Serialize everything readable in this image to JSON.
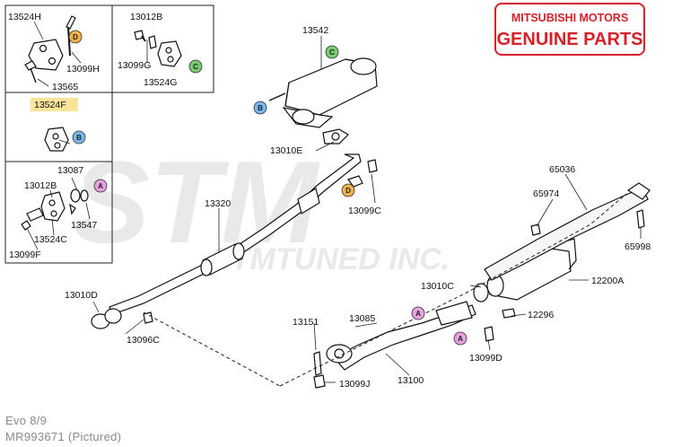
{
  "brand": {
    "line1": "MITSUBISHI MOTORS",
    "line2": "GENUINE PARTS",
    "color": "#d6202a"
  },
  "watermark": {
    "logo": "STM",
    "text": "STMTUNED INC."
  },
  "markers": {
    "A": {
      "letter": "A",
      "color": "#e7a0e0"
    },
    "B": {
      "letter": "B",
      "color": "#79b8ef"
    },
    "C": {
      "letter": "C",
      "color": "#78cc70"
    },
    "D": {
      "letter": "D",
      "color": "#f1b24c"
    }
  },
  "highlight_color": "#fbe39a",
  "parts": {
    "p13524H": "13524H",
    "p13099H": "13099H",
    "p13565": "13565",
    "p13012B_top": "13012B",
    "p13099G": "13099G",
    "p13524G": "13524G",
    "p13524F": "13524F",
    "p13087": "13087",
    "p13012B_left": "13012B",
    "p13547": "13547",
    "p13524C": "13524C",
    "p13099F": "13099F",
    "p13542": "13542",
    "p13010E": "13010E",
    "p13099C": "13099C",
    "p13320": "13320",
    "p13010D": "13010D",
    "p13096C": "13096C",
    "p65036": "65036",
    "p65974": "65974",
    "p65998": "65998",
    "p13010C": "13010C",
    "p12200A": "12200A",
    "p12296": "12296",
    "p13151": "13151",
    "p13085": "13085",
    "p13099D": "13099D",
    "p13100": "13100",
    "p13099J": "13099J"
  },
  "captions": {
    "model": "Evo 8/9",
    "part_number": "MR993671   (Pictured)"
  }
}
